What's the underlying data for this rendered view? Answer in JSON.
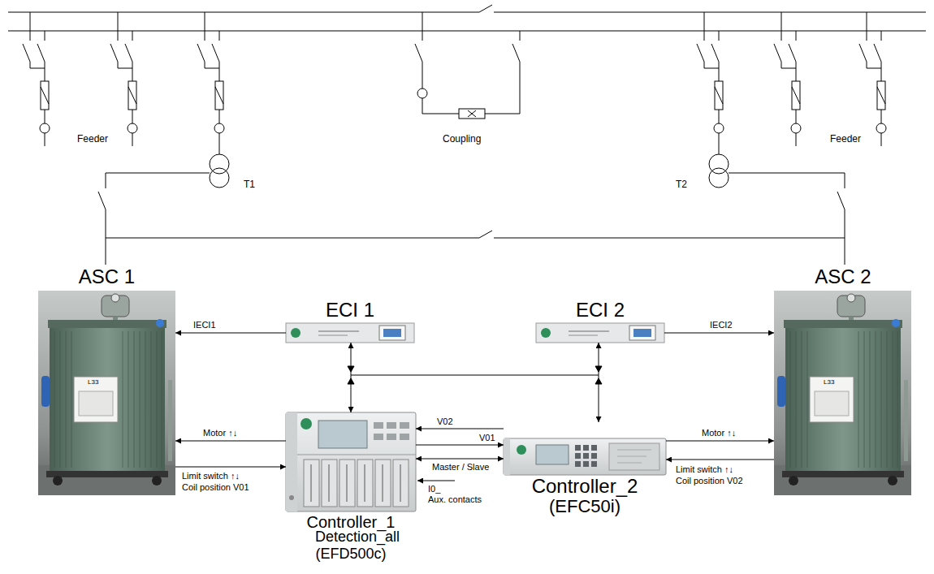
{
  "diagram": {
    "nodes": [
      {
        "text": [
          "ASC 1"
        ]
      },
      {
        "text": [
          "ECI 1"
        ]
      },
      {
        "text": [
          "ECI 2"
        ]
      },
      {
        "text": [
          "ASC 2"
        ]
      },
      {
        "text": [
          "Controller_1",
          "Detection_all",
          "(EFD500c)"
        ]
      },
      {
        "text": [
          "Controller_2",
          "(EFC50i)"
        ]
      }
    ],
    "edges": [
      {
        "from": 1,
        "to": 0,
        "label": "IECI1",
        "arrow": "to"
      },
      {
        "from": 2,
        "to": 3,
        "label": "IECI2",
        "arrow": "to"
      },
      {
        "from": 4,
        "to": 0,
        "label": "Motor ↑↓",
        "arrow": "to"
      },
      {
        "from": 0,
        "to": 4,
        "label": "Limit switch ↑↓ Coil position V01",
        "arrow": "to"
      },
      {
        "from": 5,
        "to": 4,
        "label": "V02",
        "arrow": "to"
      },
      {
        "from": 4,
        "to": 5,
        "label": "V01",
        "arrow": "to"
      },
      {
        "from": 4,
        "to": 5,
        "label": "Master / Slave",
        "arrow": "both"
      },
      {
        "from": 5,
        "to": 3,
        "label": "Motor ↑↓",
        "arrow": "to"
      },
      {
        "from": 3,
        "to": 5,
        "label": "Limit switch ↑↓ Coil position V02",
        "arrow": "to"
      },
      {
        "from": 1,
        "to": 4,
        "arrow": "both"
      },
      {
        "from": 2,
        "to": 5,
        "arrow": "both"
      }
    ],
    "labels": [
      "Feeder",
      "Feeder",
      "Coupling",
      "T1",
      "T2",
      "L33",
      "L33",
      "I0_",
      "Aux. contacts"
    ]
  }
}
